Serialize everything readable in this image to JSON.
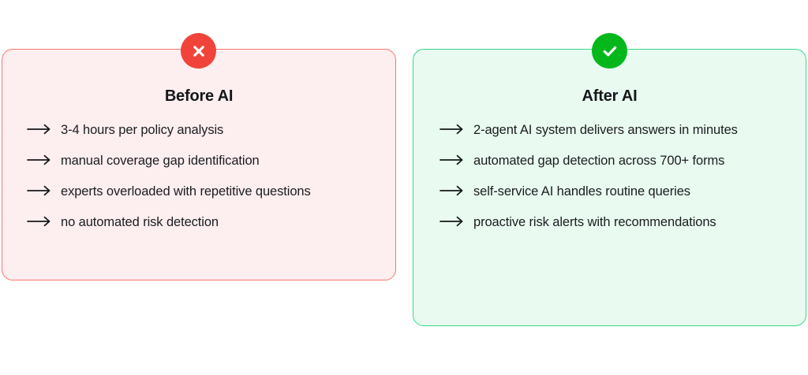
{
  "meta": {
    "layout": "two-column-comparison",
    "background_color": "#ffffff"
  },
  "colors": {
    "before_accent": "#f0443a",
    "before_card_bg": "#fdeef0",
    "before_card_border": "#f9776e",
    "after_accent": "#04b81b",
    "after_card_bg": "#e9faf0",
    "after_card_border": "#37da86",
    "text": "#1b1d21"
  },
  "cards": [
    {
      "id": "before",
      "badge_icon": "circle-x-icon",
      "title": "Before AI",
      "items": [
        "3-4 hours per policy analysis",
        "manual coverage gap identification",
        "experts overloaded with repetitive questions",
        "no automated risk detection"
      ]
    },
    {
      "id": "after",
      "badge_icon": "circle-check-icon",
      "title": "After AI",
      "items": [
        "2-agent AI system delivers answers in minutes",
        "automated gap detection across 700+ forms",
        "self-service AI handles routine queries",
        "proactive risk alerts with recommendations"
      ]
    }
  ],
  "icons": {
    "arrow": "long-right-arrow-icon"
  }
}
